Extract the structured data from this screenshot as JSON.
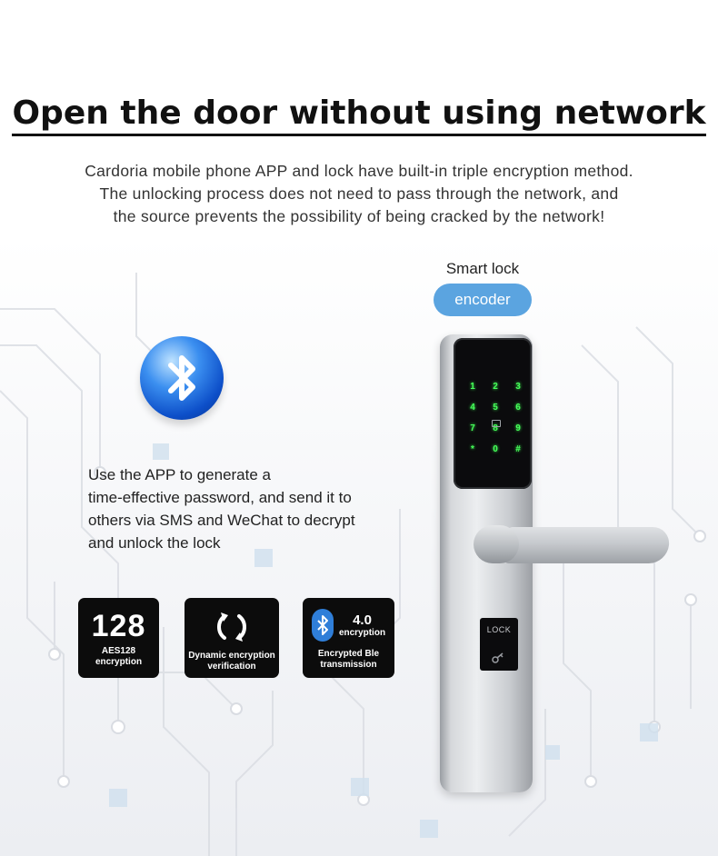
{
  "headline": "Open the door without using network",
  "intro": [
    "Cardoria mobile phone APP and lock have built-in triple encryption method.",
    "The unlocking process does not need to pass through the network, and",
    "the source prevents the possibility of being cracked by the network!"
  ],
  "smart_lock_label": "Smart lock",
  "encoder_label": "encoder",
  "description": [
    "Use the APP to generate a",
    "time-effective password, and send it to",
    "others via SMS and WeChat to decrypt",
    "and unlock the lock"
  ],
  "badges": {
    "aes": {
      "number": "128",
      "line1": "AES128",
      "line2": "encryption"
    },
    "dynamic": {
      "icon": "refresh-icon",
      "line1": "Dynamic encryption",
      "line2": "verification"
    },
    "ble": {
      "icon": "bluetooth-icon",
      "version": "4.0",
      "version_caption": "encryption",
      "line1": "Encrypted Ble",
      "line2": "transmission"
    }
  },
  "keypad": {
    "rows": [
      [
        "1",
        "2",
        "3"
      ],
      [
        "4",
        "5",
        "6"
      ],
      [
        "7",
        "8",
        "9"
      ],
      [
        "*",
        "0",
        "#"
      ]
    ]
  },
  "cylinder_label": "LOCK",
  "colors": {
    "accent": "#5ba4e0",
    "keypad_digits": "#46ff5a",
    "badge_bg": "#0c0c0c",
    "bluetooth_blue": "#2f7ed8"
  }
}
